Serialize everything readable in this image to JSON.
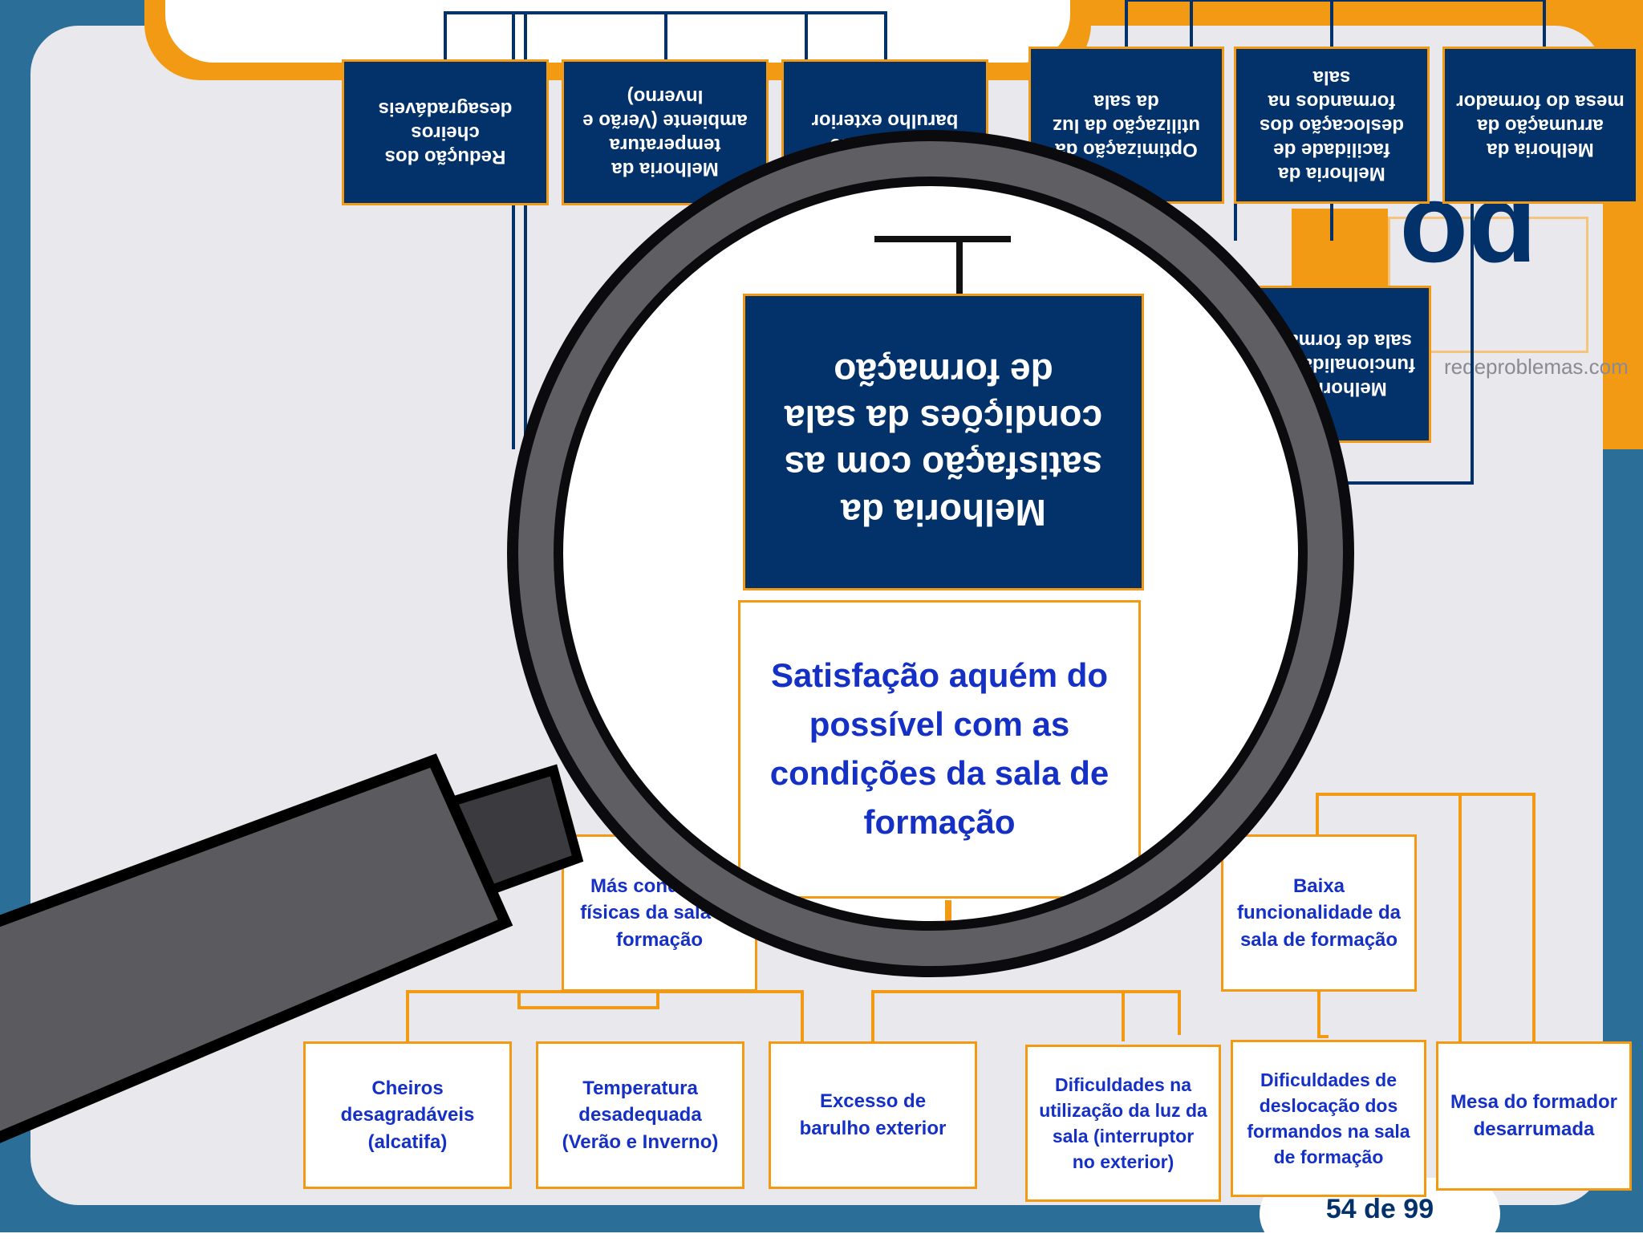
{
  "objectives": {
    "main": "Melhoria da satisfação com as condições da sala de formação",
    "items": [
      "Redução dos cheiros desagradáveis",
      "Melhoria da temperatura ambiente (Verão e Inverno)",
      "Redução do barulho exterior",
      "Optimização da utilização da luz da sala",
      "Melhoria da facilidade de deslocação dos formandos na sala",
      "Melhoria da arrumação da mesa do formador",
      "Melhoria da funcionalidade da sala de formação"
    ]
  },
  "problems": {
    "main": "Satisfação aquém do possível com as condições da sala de formação",
    "partial": "Más condições físicas da sala de formação",
    "mid": "Baixa funcionalidade da sala de formação",
    "items": [
      "Cheiros desagradáveis (alcatifa)",
      "Temperatura desadequada (Verão e Inverno)",
      "Excesso de barulho exterior",
      "Dificuldades na utilização da luz da sala (interruptor no exterior)",
      "Dificuldades de deslocação dos formandos na sala de formação",
      "Mesa do formador desarrumada"
    ]
  },
  "watermark": {
    "logo": "po",
    "url": "redeproblemas.com"
  },
  "footer": {
    "page": "54 de 99"
  },
  "colors": {
    "navy": "#03316a",
    "orange": "#f39a14",
    "blue_text": "#1530c4",
    "slide_bg": "#e9e8ec",
    "teal": "#2b6f99"
  }
}
